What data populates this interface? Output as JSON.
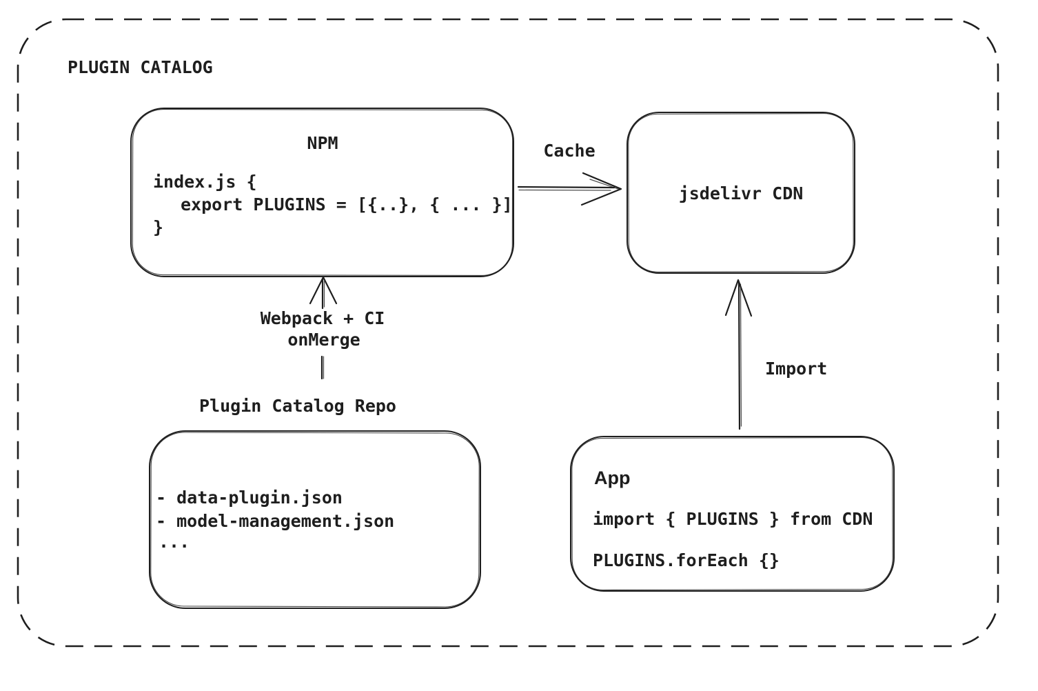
{
  "title": "PLUGIN CATALOG",
  "colors": {
    "stroke": "#1e1e1e",
    "background": "#ffffff"
  },
  "nodes": {
    "npm": {
      "title": "NPM",
      "code": [
        "index.js {",
        "export PLUGINS = [{..}, { ... }]",
        "}"
      ]
    },
    "cdn": {
      "label": "jsdelivr CDN"
    },
    "repo": {
      "title": "Plugin Catalog Repo",
      "files": [
        "- data-plugin.json",
        "- model-management.json",
        "..."
      ]
    },
    "app": {
      "title": "App",
      "code": [
        "import { PLUGINS } from CDN",
        "PLUGINS.forEach {}"
      ]
    }
  },
  "edges": {
    "cache": {
      "label": "Cache"
    },
    "build": {
      "labels": [
        "Webpack + CI",
        "onMerge"
      ]
    },
    "import": {
      "label": "Import"
    }
  }
}
